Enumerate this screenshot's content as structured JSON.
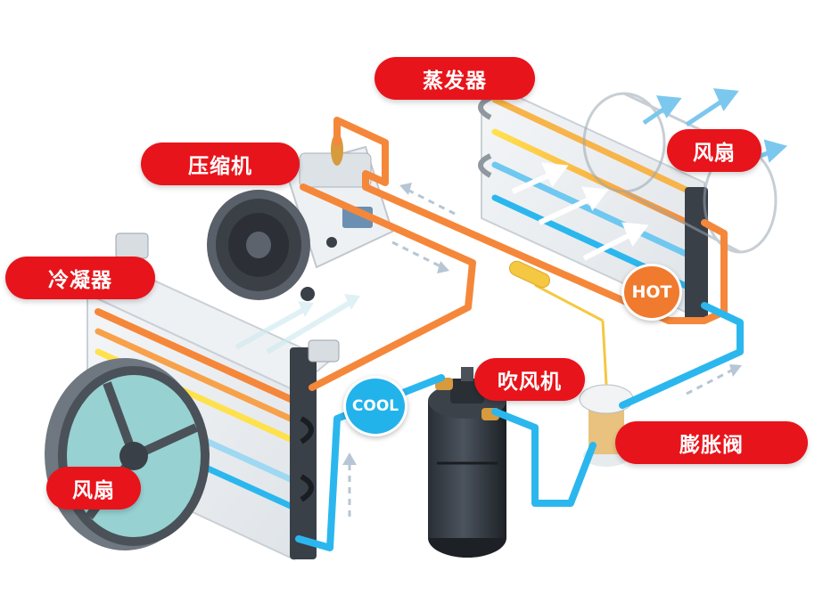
{
  "labels": {
    "evaporator": "蒸发器",
    "compressor": "压缩机",
    "condenser": "冷凝器",
    "fan_left": "风扇",
    "fan_right": "风扇",
    "blower": "吹风机",
    "expansion_valve": "膨胀阀"
  },
  "badges": {
    "hot": "HOT",
    "cool": "COOL"
  },
  "colors": {
    "label_bg": "#e8141b",
    "hot_pipe": "#f5873a",
    "cool_pipe": "#2bb7ee",
    "hot_badge": "#f07a2e",
    "cool_badge": "#22b3ea",
    "yellow_tube": "#ffe14d"
  }
}
